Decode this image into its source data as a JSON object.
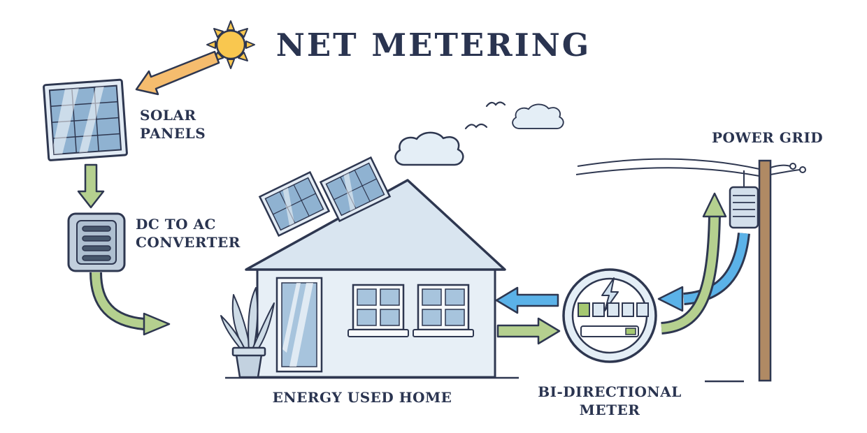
{
  "title": "NET METERING",
  "labels": {
    "solar_panels": "SOLAR\nPANELS",
    "dc_converter": "DC TO AC\nCONVERTER",
    "energy_used_home": "ENERGY USED HOME",
    "bi_directional_meter": "BI-DIRECTIONAL\nMETER",
    "power_grid": "POWER GRID"
  },
  "colors": {
    "outline": "#2e3750",
    "text": "#2a3450",
    "solar_flow_green": "#b5d08f",
    "grid_flow_blue": "#5bb2e8",
    "sun_yellow": "#f9c74f",
    "sun_arrow_orange": "#f5bc6e",
    "panel_blue": "#8fb2d1",
    "light_fill": "#e4eef6"
  },
  "flows": [
    {
      "from": "sun",
      "to": "solar-panels",
      "color": "orange"
    },
    {
      "from": "solar-panels",
      "to": "dc-to-ac-converter",
      "color": "green"
    },
    {
      "from": "dc-to-ac-converter",
      "to": "energy-used-home",
      "color": "green"
    },
    {
      "from": "energy-used-home",
      "to": "bi-directional-meter",
      "color": "green"
    },
    {
      "from": "bi-directional-meter",
      "to": "energy-used-home",
      "color": "blue"
    },
    {
      "from": "bi-directional-meter",
      "to": "power-grid",
      "color": "green"
    },
    {
      "from": "power-grid",
      "to": "bi-directional-meter",
      "color": "blue"
    }
  ]
}
